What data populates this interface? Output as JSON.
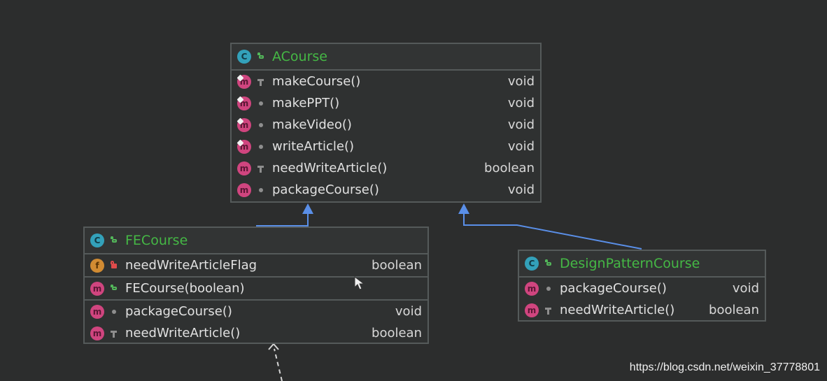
{
  "classes": {
    "acourse": {
      "name": "ACourse",
      "methods": [
        {
          "name": "makeCourse()",
          "type": "void",
          "icon": "abstract-method-icon",
          "visibility": "protected"
        },
        {
          "name": "makePPT()",
          "type": "void",
          "icon": "abstract-method-icon",
          "visibility": "package"
        },
        {
          "name": "makeVideo()",
          "type": "void",
          "icon": "abstract-method-icon",
          "visibility": "package"
        },
        {
          "name": "writeArticle()",
          "type": "void",
          "icon": "abstract-method-icon",
          "visibility": "package"
        },
        {
          "name": "needWriteArticle()",
          "type": "boolean",
          "icon": "method-icon",
          "visibility": "protected"
        },
        {
          "name": "packageCourse()",
          "type": "void",
          "icon": "method-icon",
          "visibility": "package"
        }
      ]
    },
    "fecourse": {
      "name": "FECourse",
      "fields": [
        {
          "name": "needWriteArticleFlag",
          "type": "boolean",
          "icon": "field-icon",
          "visibility": "private"
        }
      ],
      "constructors": [
        {
          "name": "FECourse(boolean)",
          "type": "",
          "icon": "method-icon",
          "visibility": "public"
        }
      ],
      "methods": [
        {
          "name": "packageCourse()",
          "type": "void",
          "icon": "method-icon",
          "visibility": "package"
        },
        {
          "name": "needWriteArticle()",
          "type": "boolean",
          "icon": "method-icon",
          "visibility": "protected"
        }
      ]
    },
    "designpatterncourse": {
      "name": "DesignPatternCourse",
      "methods": [
        {
          "name": "packageCourse()",
          "type": "void",
          "icon": "method-icon",
          "visibility": "package"
        },
        {
          "name": "needWriteArticle()",
          "type": "boolean",
          "icon": "method-icon",
          "visibility": "protected"
        }
      ]
    }
  },
  "icons": {
    "class_letter": "C",
    "method_letter": "m",
    "field_letter": "f"
  },
  "colors": {
    "background": "#2c2d2d",
    "class_name": "#45b845",
    "inheritance": "#5a8fe8",
    "dependency": "#d6d6d6"
  },
  "watermark": "https://blog.csdn.net/weixin_37778801"
}
